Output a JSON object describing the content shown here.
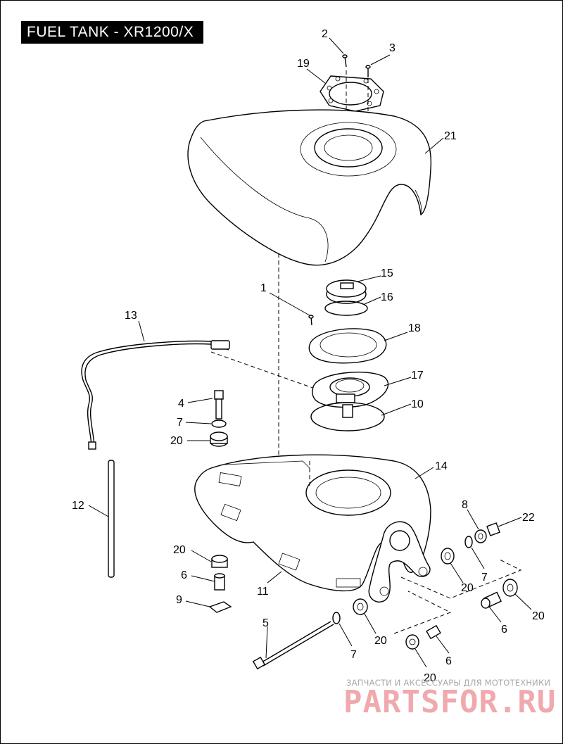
{
  "title": "FUEL TANK - XR1200/X",
  "callouts": {
    "c1": "1",
    "c2": "2",
    "c3": "3",
    "c4": "4",
    "c5": "5",
    "c6a": "6",
    "c6b": "6",
    "c6c": "6",
    "c7a": "7",
    "c7b": "7",
    "c7c": "7",
    "c8": "8",
    "c9": "9",
    "c10": "10",
    "c11": "11",
    "c12": "12",
    "c13": "13",
    "c14": "14",
    "c15": "15",
    "c16": "16",
    "c17": "17",
    "c18": "18",
    "c19": "19",
    "c20a": "20",
    "c20b": "20",
    "c20c": "20",
    "c20d": "20",
    "c20e": "20",
    "c20f": "20",
    "c21": "21",
    "c22": "22"
  },
  "watermark": {
    "subtitle": "ЗАПЧАСТИ И АКСЕССУАРЫ ДЛЯ МОТОТЕХНИКИ",
    "logo": "PARTSFOR.RU",
    "logo_color": "#f0a9ad"
  }
}
